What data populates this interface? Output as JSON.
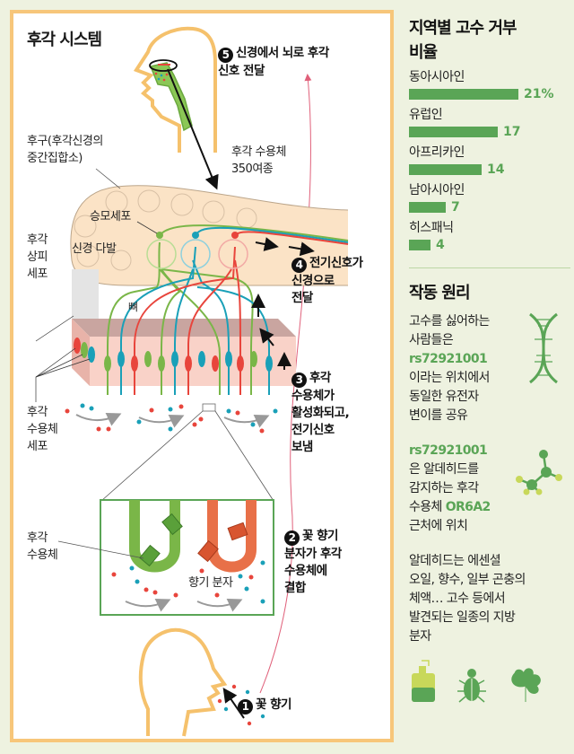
{
  "diagram": {
    "title": "후각 시스템",
    "labels": {
      "olfactory_bulb": "후구(후각신경의\n중간집합소)",
      "receptor_types": "후각 수용체\n350여종",
      "mitral_cell": "승모세포",
      "glomerulus": "신경 다발",
      "epithelium": "후각\n상피\n세포",
      "bone": "뼈",
      "receptor_cell": "후각\n수용체\n세포",
      "receptor": "후각\n수용체",
      "odor_molecule": "향기 분자"
    },
    "steps": [
      {
        "num": "1",
        "text": "꽃 향기"
      },
      {
        "num": "2",
        "text": "꽃 향기\n분자가 후각\n수용체에\n결합"
      },
      {
        "num": "3",
        "text": "후각\n수용체가\n활성화되고,\n전기신호\n보냄"
      },
      {
        "num": "4",
        "text": "전기신호가\n신경으로\n전달"
      },
      {
        "num": "5",
        "text": "신경에서 뇌로 후각\n신호 전달"
      }
    ],
    "colors": {
      "panel_border": "#f7c67a",
      "head_outline": "#f5c16c",
      "green": "#7ab648",
      "blue": "#1aa0b8",
      "red": "#e8453c",
      "bulb_fill": "#fbe3c6",
      "epithelium_fill": "#f9d2c8",
      "epithelium_top": "#c9a5a0",
      "flow_arrow": "#e0607a"
    }
  },
  "sidebar": {
    "chart_title": "지역별 고수 거부\n비율",
    "mechanism_title": "작동 원리",
    "para1_a": "고수를 싫어하는\n사람들은",
    "para1_snp": "rs72921001",
    "para1_b": "이라는 위치에서\n동일한 유전자\n변이를 공유",
    "para2_snp": "rs72921001",
    "para2_a": "은 알데히드를\n감지하는 후각\n수용체 ",
    "para2_gene": "OR6A2",
    "para2_b": "근처에 위치",
    "para3": "알데히드는 에센셜\n오일, 향수, 일부 곤충의\n체액… 고수 등에서\n발견되는 일종의 지방\n분자",
    "icons": [
      "dna-icon",
      "molecule-icon",
      "essential-oil-bottle-icon",
      "bug-icon",
      "cilantro-leaf-icon"
    ]
  },
  "chart_data": {
    "type": "bar",
    "orientation": "horizontal",
    "title": "지역별 고수 거부 비율",
    "categories": [
      "동아시아인",
      "유럽인",
      "아프리카인",
      "남아시아인",
      "히스패닉"
    ],
    "values": [
      21,
      17,
      14,
      7,
      4
    ],
    "value_labels": [
      "21%",
      "17",
      "14",
      "7",
      "4"
    ],
    "unit": "%",
    "bar_color": "#5aa556",
    "grid": false,
    "legend": false
  }
}
